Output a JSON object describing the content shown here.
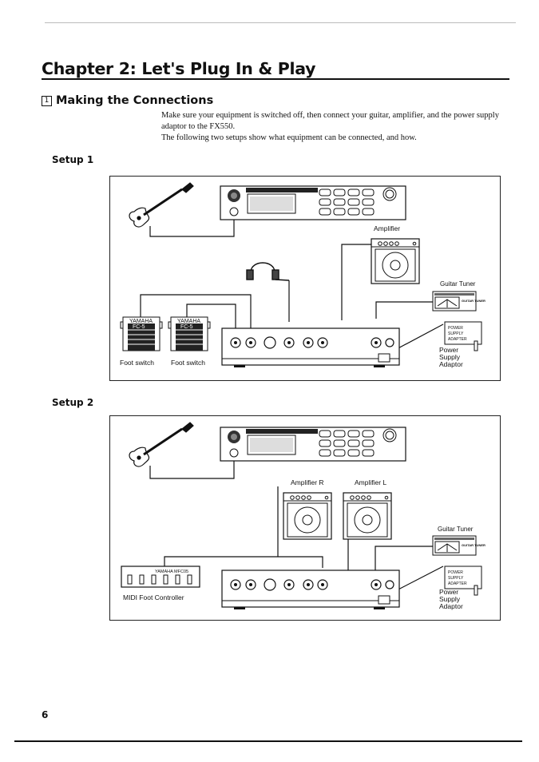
{
  "page": {
    "chapter_title": "Chapter 2: Let's Plug In & Play",
    "section_number": "1",
    "section_title": "Making the Connections",
    "body_lines": [
      "Make sure your equipment is switched off, then connect your guitar, amplifier, and the power supply adaptor to the FX550.",
      "The following two setups show what equipment can be connected, and how."
    ],
    "page_number": "6"
  },
  "setup1": {
    "label": "Setup 1",
    "amplifier": "Amplifier",
    "guitar_tuner": "Guitar Tuner",
    "tuner_text": "GUITAR TUNER",
    "footswitch_brand": "YAMAHA",
    "footswitch_model": "FC-5",
    "footswitch_left": "Foot switch",
    "footswitch_right": "Foot switch",
    "adaptor_text": [
      "POWER",
      "SUPPLY",
      "ADAPTER"
    ],
    "power_supply": [
      "Power",
      "Supply",
      "Adaptor"
    ]
  },
  "setup2": {
    "label": "Setup 2",
    "amplifier_r": "Amplifier R",
    "amplifier_l": "Amplifier L",
    "guitar_tuner": "Guitar Tuner",
    "tuner_text": "GUITAR TUNER",
    "mfc_model": "YAMAHA MFC05",
    "midi_controller": "MIDI Foot Controller",
    "adaptor_text": [
      "POWER",
      "SUPPLY",
      "ADAPTER"
    ],
    "power_supply": [
      "Power",
      "Supply",
      "Adaptor"
    ]
  }
}
